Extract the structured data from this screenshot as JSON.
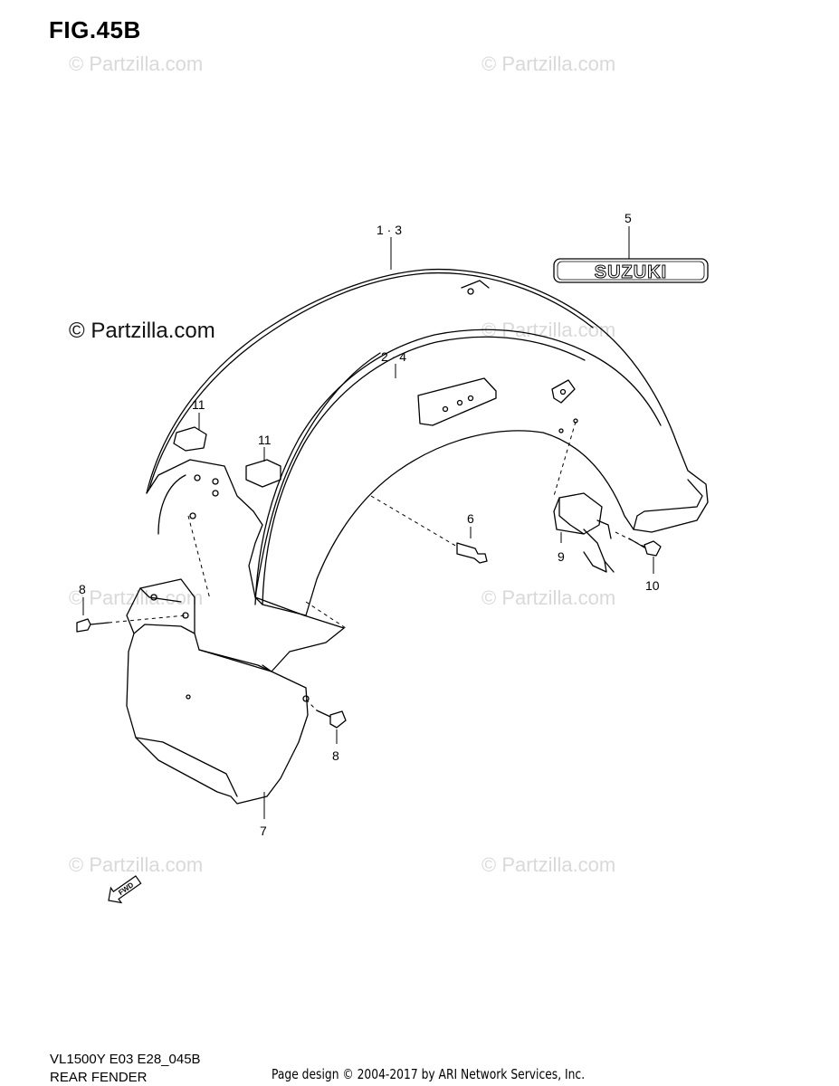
{
  "figure_id": "FIG.45B",
  "watermark_text": "© Partzilla.com",
  "main_watermark": "© Partzilla.com",
  "brand_badge": "SUZUKI",
  "fwd_label": "FWD",
  "callouts": {
    "c_1_3": "1 · 3",
    "c_2_4": "2 · 4",
    "c_5": "5",
    "c_6": "6",
    "c_7": "7",
    "c_8a": "8",
    "c_8b": "8",
    "c_9": "9",
    "c_10": "10",
    "c_11a": "11",
    "c_11b": "11"
  },
  "footer": {
    "model_code": "VL1500Y E03 E28_045B",
    "section_name": "REAR FENDER",
    "credit": "Page design © 2004-2017 by ARI Network Services, Inc."
  }
}
